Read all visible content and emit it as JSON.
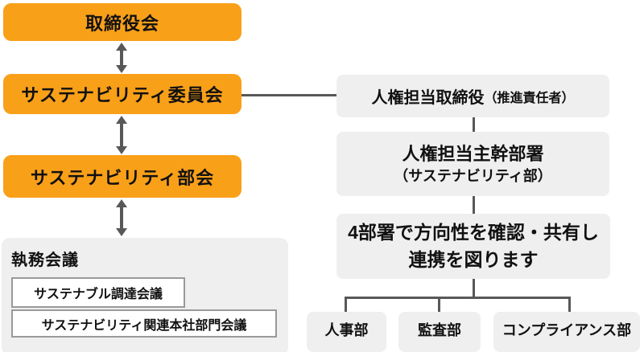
{
  "colors": {
    "orange": "#F9A019",
    "panel": "#EFEFEF",
    "line": "#595757",
    "subborder": "#999999",
    "text": "#111111",
    "white": "#ffffff"
  },
  "left": {
    "board": "取締役会",
    "committee": "サステナビリティ委員会",
    "subcommittee": "サステナビリティ部会",
    "executive": {
      "title": "執務会議",
      "items": [
        "サステナブル調達会議",
        "サステナビリティ関連本社部門会議"
      ]
    }
  },
  "right": {
    "director": {
      "main": "人権担当取締役",
      "sub": "（推進責任者）"
    },
    "lead": {
      "line1": "人権担当主幹部署",
      "line2": "（サステナビリティ部）"
    },
    "note": {
      "line1": "4部署で方向性を確認・共有し",
      "line2": "連携を図ります"
    },
    "departments": [
      "人事部",
      "監査部",
      "コンプライアンス部"
    ]
  }
}
